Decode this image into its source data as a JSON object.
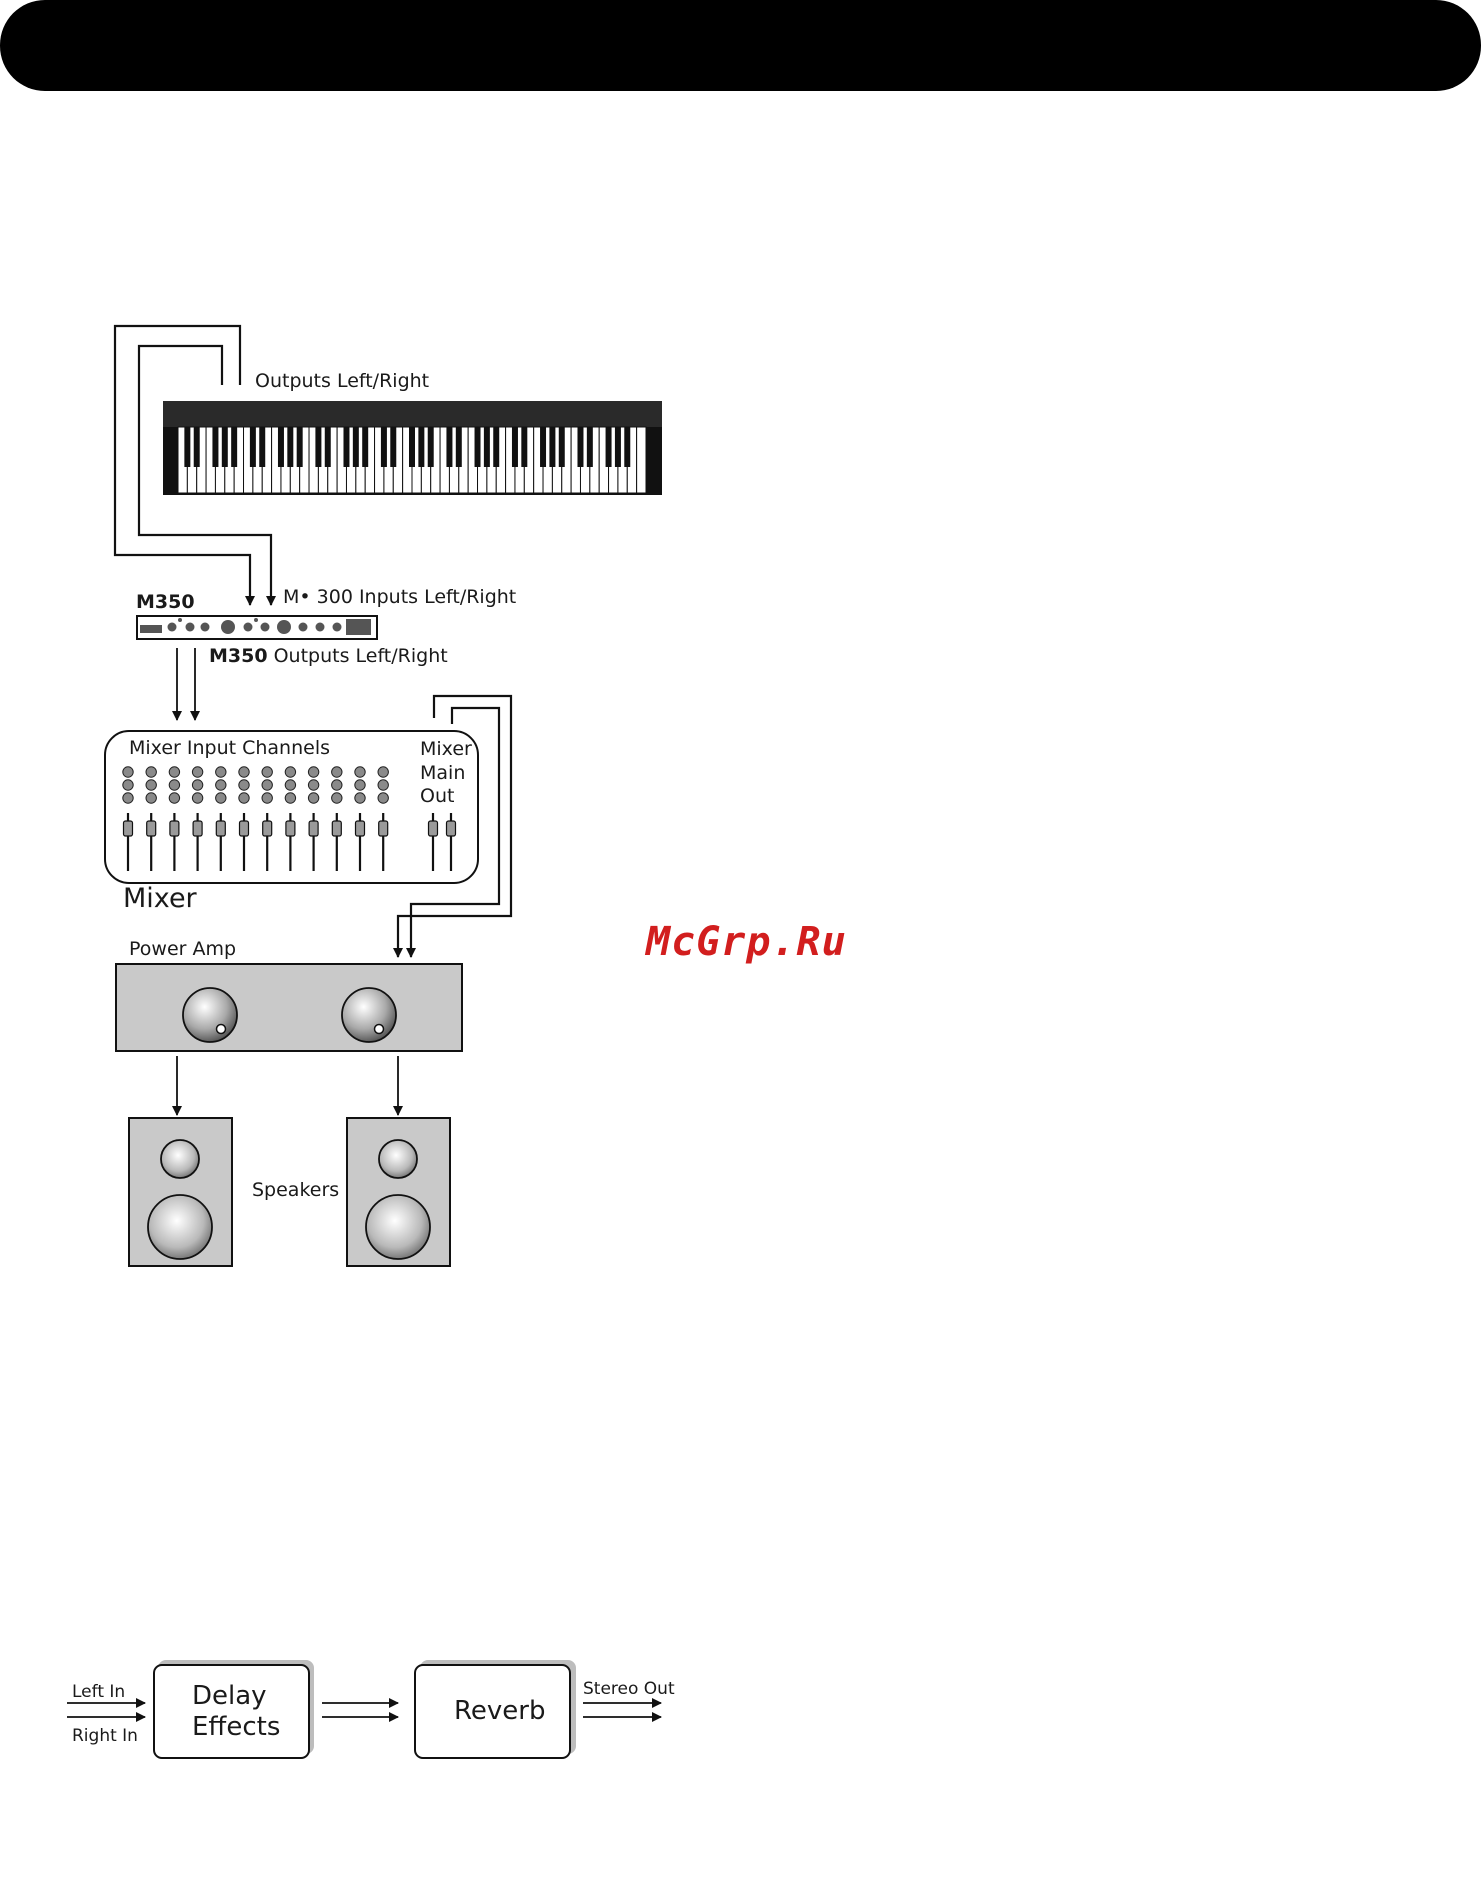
{
  "signal_chain": {
    "keyboard_label": "Outputs Left/Right",
    "m350_name": "M350",
    "m350_inputs_label": "M• 300 Inputs Left/Right",
    "m350_outputs_prefix": "M350",
    "m350_outputs_suffix": "Outputs Left/Right",
    "mixer_input_label": "Mixer Input Channels",
    "mixer_main_line1": "Mixer",
    "mixer_main_line2": "Main",
    "mixer_main_line3": "Out",
    "mixer_label": "Mixer",
    "power_amp_label": "Power Amp",
    "speakers_label": "Speakers"
  },
  "effect_chain": {
    "left_in": "Left In",
    "right_in": "Right In",
    "delay_line1": "Delay",
    "delay_line2": "Effects",
    "reverb": "Reverb",
    "stereo_out": "Stereo Out"
  },
  "watermark": "McGrp.Ru",
  "colors": {
    "header_bar": "#000000",
    "panel_gray": "#c9c9c9",
    "watermark": "#d21e1e"
  }
}
